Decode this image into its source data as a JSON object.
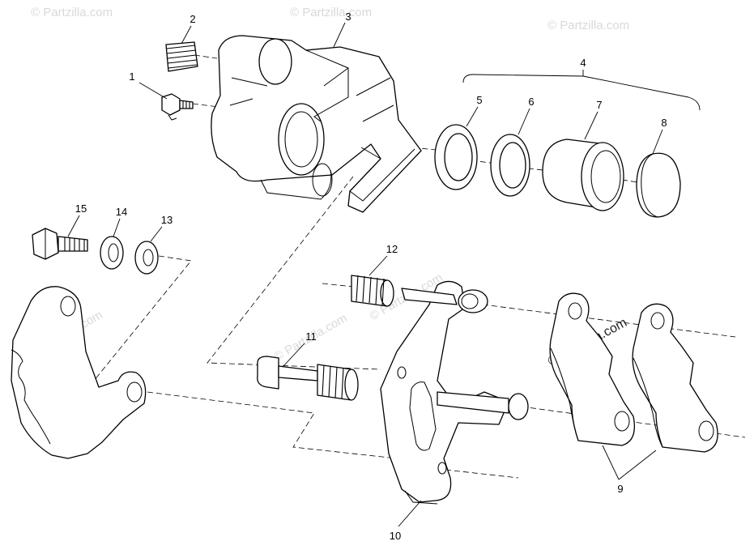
{
  "diagram": {
    "watermark_text": "© Partzilla.com",
    "callouts": [
      {
        "id": "1",
        "text": "1"
      },
      {
        "id": "2",
        "text": "2"
      },
      {
        "id": "3",
        "text": "3"
      },
      {
        "id": "4",
        "text": "4"
      },
      {
        "id": "5",
        "text": "5"
      },
      {
        "id": "6",
        "text": "6"
      },
      {
        "id": "7",
        "text": "7"
      },
      {
        "id": "8",
        "text": "8"
      },
      {
        "id": "9",
        "text": "9"
      },
      {
        "id": "10",
        "text": "10"
      },
      {
        "id": "11",
        "text": "11"
      },
      {
        "id": "12",
        "text": "12"
      },
      {
        "id": "13",
        "text": "13"
      },
      {
        "id": "14",
        "text": "14"
      },
      {
        "id": "15",
        "text": "15"
      }
    ]
  }
}
